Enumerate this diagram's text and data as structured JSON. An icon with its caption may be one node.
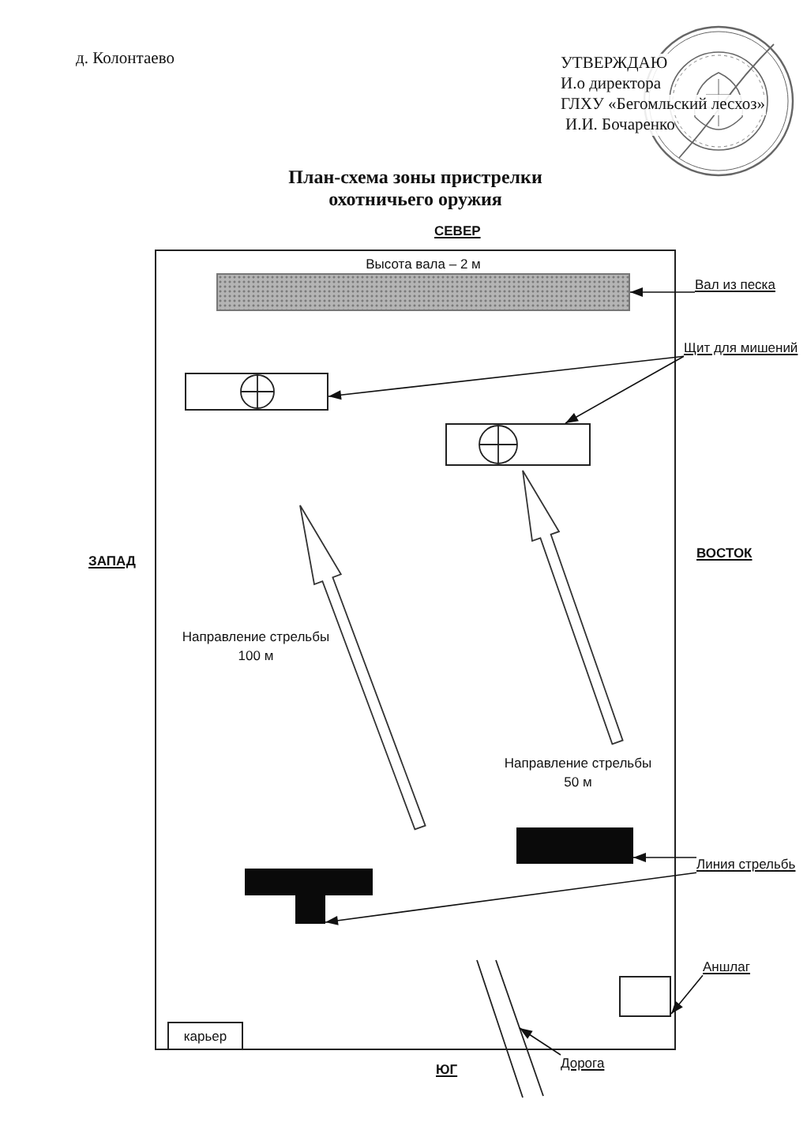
{
  "diagram": {
    "title": "План-схема зоны пристрелки охотничьего оружия",
    "nodes": [
      {
        "text": [],
        "shape": "box"
      },
      {
        "text": [
          "Высота вала – 2 м"
        ],
        "in": 0
      },
      {
        "text": [
          "Вал из песка"
        ]
      },
      {
        "text": [
          "Щит для мишений"
        ]
      },
      {
        "text": [],
        "shape": "box",
        "in": 0
      },
      {
        "text": [],
        "shape": "box",
        "in": 0
      },
      {
        "text": [],
        "shape": "bar",
        "in": 0
      },
      {
        "text": [
          "Линия стрельбь"
        ]
      },
      {
        "text": [],
        "shape": "bar",
        "in": 0
      },
      {
        "text": [],
        "shape": "box",
        "in": 0
      },
      {
        "text": [
          "Аншлаг"
        ]
      },
      {
        "text": [
          "карьер"
        ],
        "in": 0
      },
      {
        "text": [],
        "shape": "lines"
      },
      {
        "text": [
          "Дорога"
        ]
      }
    ],
    "edges": [
      {
        "from": 2,
        "to": 1,
        "arrow": "to"
      },
      {
        "from": 3,
        "to": 4,
        "arrow": "to"
      },
      {
        "from": 3,
        "to": 5,
        "arrow": "to"
      },
      {
        "from": 7,
        "to": 6,
        "arrow": "to"
      },
      {
        "from": 7,
        "to": 8,
        "arrow": "to"
      },
      {
        "from": 10,
        "to": 9,
        "arrow": "to"
      },
      {
        "from": 13,
        "to": 12,
        "arrow": "to"
      }
    ],
    "labels": [
      "д. Колонтаево",
      "УТВЕРЖДАЮ",
      "И.о директора",
      "ГЛХУ «Бегомльский лесхоз»",
      "И.И. Бочаренко",
      "СЕВЕР",
      "ЗАПАД",
      "ВОСТОК",
      "Направление стрельбы 100 м",
      "Направление стрельбы 50 м",
      "ЮГ"
    ]
  }
}
